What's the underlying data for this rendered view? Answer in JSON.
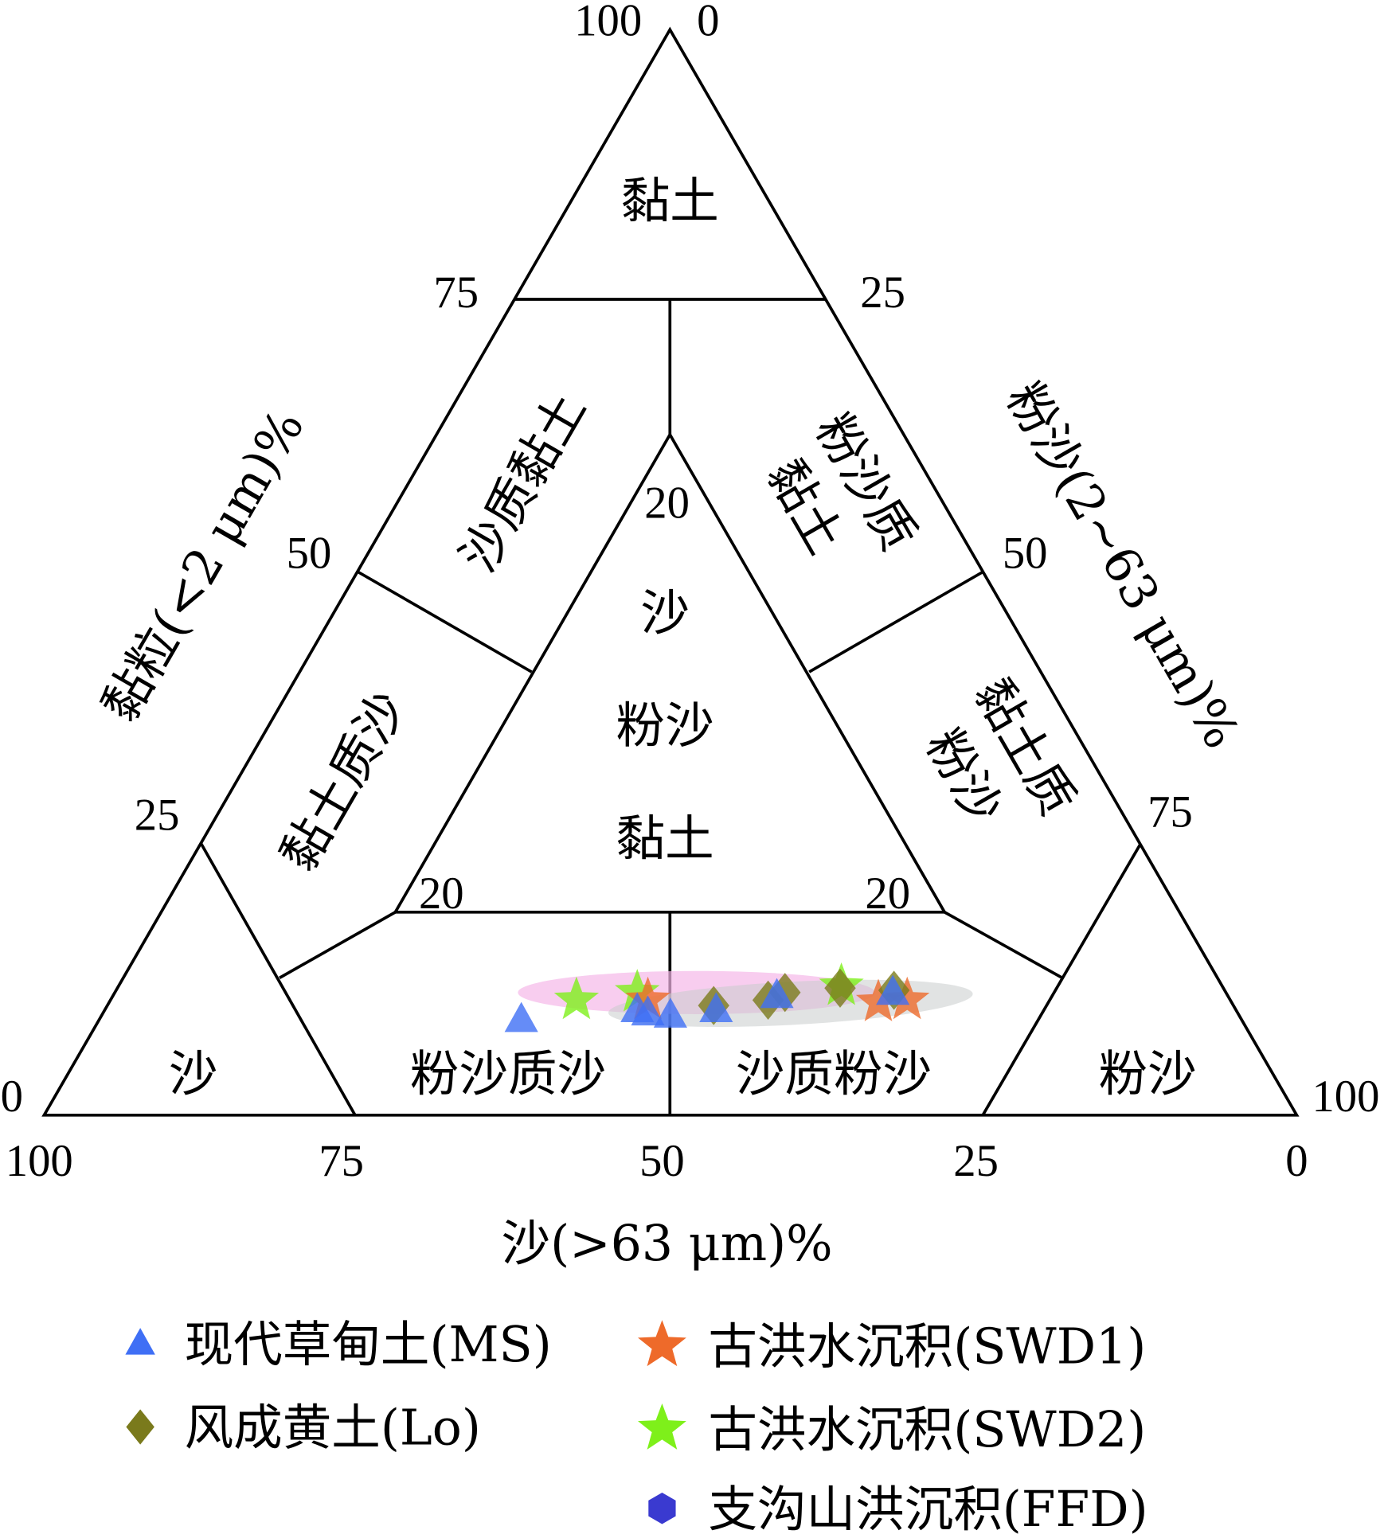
{
  "chart_data": {
    "type": "scatter",
    "subtype": "ternary",
    "axes": {
      "bottom": {
        "label": "沙(>63 μm)%",
        "ticks": [
          "100",
          "75",
          "50",
          "25",
          "0"
        ]
      },
      "left": {
        "label": "黏粒(<2 μm)%",
        "ticks": [
          "75",
          "50",
          "25",
          "0"
        ],
        "top_tick": "100"
      },
      "right": {
        "label": "粉沙(2~63 μm)%",
        "ticks": [
          "25",
          "50",
          "75",
          "100"
        ],
        "top_tick": "0"
      },
      "inner_ticks": [
        "20",
        "20",
        "20"
      ]
    },
    "regions": {
      "clay": "黏土",
      "sandy_clay": "沙质黏土",
      "silty_clay_1": "粉沙质",
      "silty_clay_2": "黏土",
      "center_1": "沙",
      "center_2": "粉沙",
      "center_3": "黏土",
      "clayey_sand": "黏土质沙",
      "clayey_silt_1": "黏土质",
      "clayey_silt_2": "粉沙",
      "sand": "沙",
      "silty_sand": "粉沙质沙",
      "sandy_silt": "沙质粉沙",
      "silt": "粉沙"
    },
    "series": [
      {
        "name": "现代草甸土(MS)",
        "marker": "triangle",
        "color": "#3f6ff5",
        "points": [
          {
            "sand": 57.5,
            "silt": 33.7,
            "clay": 8.8
          },
          {
            "sand": 47.8,
            "silt": 42.5,
            "clay": 9.7
          },
          {
            "sand": 47.1,
            "silt": 43.5,
            "clay": 9.4
          },
          {
            "sand": 45.4,
            "silt": 45.4,
            "clay": 9.2
          },
          {
            "sand": 41.5,
            "silt": 48.8,
            "clay": 9.7
          },
          {
            "sand": 36.0,
            "silt": 53.0,
            "clay": 11.0
          },
          {
            "sand": 26.6,
            "silt": 62.1,
            "clay": 11.3
          }
        ]
      },
      {
        "name": "风成黄土(Lo)",
        "marker": "diamond",
        "color": "#7a7a1c",
        "points": [
          {
            "sand": 41.5,
            "silt": 48.4,
            "clay": 10.1
          },
          {
            "sand": 36.9,
            "silt": 52.5,
            "clay": 10.6
          },
          {
            "sand": 35.2,
            "silt": 53.5,
            "clay": 11.3
          },
          {
            "sand": 30.6,
            "silt": 57.7,
            "clay": 11.7
          },
          {
            "sand": 26.4,
            "silt": 62.1,
            "clay": 11.5
          }
        ]
      },
      {
        "name": "古洪水沉积(SWD1)",
        "marker": "star",
        "color": "#ee6a2a",
        "points": [
          {
            "sand": 46.5,
            "silt": 42.9,
            "clay": 10.6
          },
          {
            "sand": 28.2,
            "silt": 61.4,
            "clay": 10.4
          },
          {
            "sand": 25.8,
            "silt": 63.6,
            "clay": 10.6
          }
        ]
      },
      {
        "name": "古洪水沉积(SWD2)",
        "marker": "star",
        "color": "#7ef01a",
        "points": [
          {
            "sand": 52.2,
            "silt": 37.2,
            "clay": 10.6
          },
          {
            "sand": 47.0,
            "silt": 41.7,
            "clay": 11.3
          },
          {
            "sand": 30.4,
            "silt": 57.7,
            "clay": 11.9
          }
        ]
      },
      {
        "name": "支沟山洪沉积(FFD)",
        "marker": "hexagon",
        "color": "#3a3ad0",
        "points": []
      }
    ],
    "legend": "bottom"
  }
}
